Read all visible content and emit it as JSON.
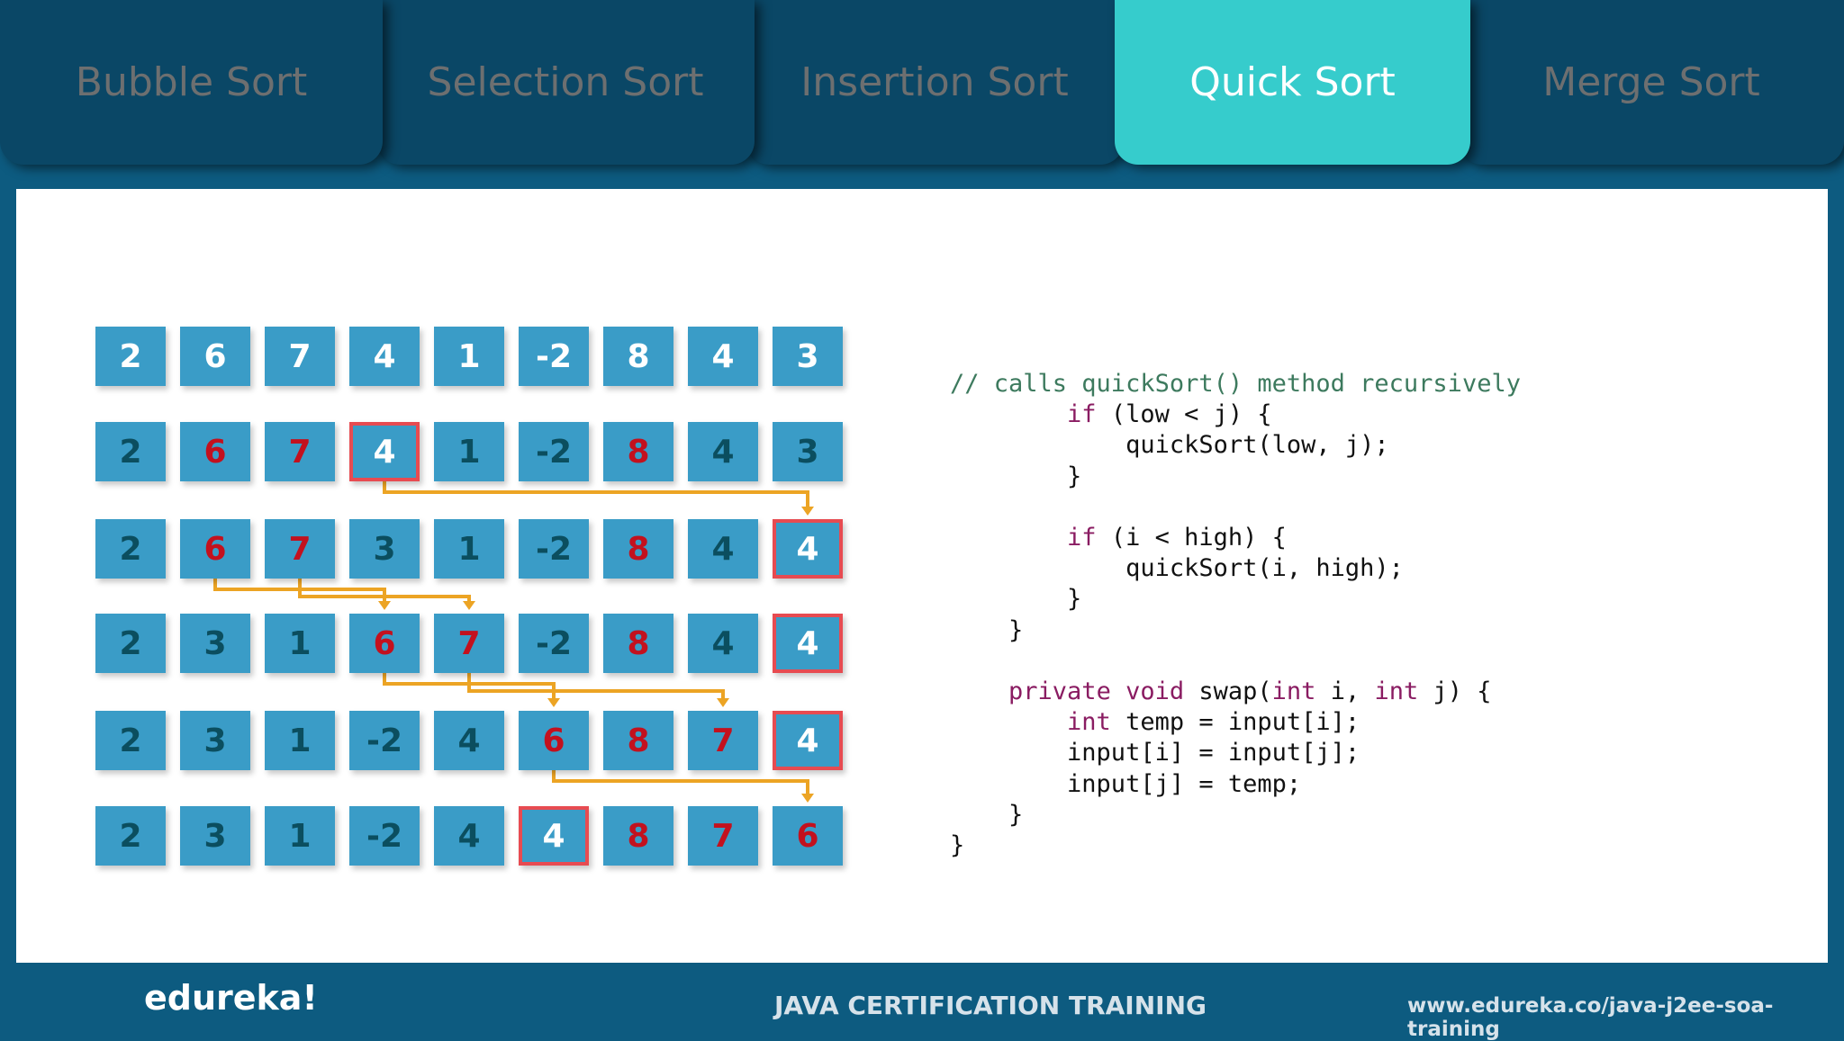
{
  "tabs": [
    {
      "label": "Bubble Sort",
      "active": false
    },
    {
      "label": "Selection Sort",
      "active": false
    },
    {
      "label": "Insertion Sort",
      "active": false
    },
    {
      "label": "Quick Sort",
      "active": true
    },
    {
      "label": "Merge Sort",
      "active": false
    }
  ],
  "colors": {
    "background": "#0d5b80",
    "tab": "#0a4766",
    "tab_active": "#36cccc",
    "cell": "#3a9cc7",
    "digit_dark": "#0b4e5f",
    "digit_red": "#c3111e",
    "pivot_border": "#e74b51",
    "arrow": "#eca424"
  },
  "array_rows": [
    [
      {
        "v": "2",
        "c": "w"
      },
      {
        "v": "6",
        "c": "w"
      },
      {
        "v": "7",
        "c": "w"
      },
      {
        "v": "4",
        "c": "w"
      },
      {
        "v": "1",
        "c": "w"
      },
      {
        "v": "-2",
        "c": "w"
      },
      {
        "v": "8",
        "c": "w"
      },
      {
        "v": "4",
        "c": "w"
      },
      {
        "v": "3",
        "c": "w"
      }
    ],
    [
      {
        "v": "2",
        "c": "d"
      },
      {
        "v": "6",
        "c": "r"
      },
      {
        "v": "7",
        "c": "r"
      },
      {
        "v": "4",
        "c": "w",
        "hl": true
      },
      {
        "v": "1",
        "c": "d"
      },
      {
        "v": "-2",
        "c": "d"
      },
      {
        "v": "8",
        "c": "r"
      },
      {
        "v": "4",
        "c": "d"
      },
      {
        "v": "3",
        "c": "d"
      }
    ],
    [
      {
        "v": "2",
        "c": "d"
      },
      {
        "v": "6",
        "c": "r"
      },
      {
        "v": "7",
        "c": "r"
      },
      {
        "v": "3",
        "c": "d"
      },
      {
        "v": "1",
        "c": "d"
      },
      {
        "v": "-2",
        "c": "d"
      },
      {
        "v": "8",
        "c": "r"
      },
      {
        "v": "4",
        "c": "d"
      },
      {
        "v": "4",
        "c": "w",
        "hl": true
      }
    ],
    [
      {
        "v": "2",
        "c": "d"
      },
      {
        "v": "3",
        "c": "d"
      },
      {
        "v": "1",
        "c": "d"
      },
      {
        "v": "6",
        "c": "r"
      },
      {
        "v": "7",
        "c": "r"
      },
      {
        "v": "-2",
        "c": "d"
      },
      {
        "v": "8",
        "c": "r"
      },
      {
        "v": "4",
        "c": "d"
      },
      {
        "v": "4",
        "c": "w",
        "hl": true
      }
    ],
    [
      {
        "v": "2",
        "c": "d"
      },
      {
        "v": "3",
        "c": "d"
      },
      {
        "v": "1",
        "c": "d"
      },
      {
        "v": "-2",
        "c": "d"
      },
      {
        "v": "4",
        "c": "d"
      },
      {
        "v": "6",
        "c": "r"
      },
      {
        "v": "8",
        "c": "r"
      },
      {
        "v": "7",
        "c": "r"
      },
      {
        "v": "4",
        "c": "w",
        "hl": true
      }
    ],
    [
      {
        "v": "2",
        "c": "d"
      },
      {
        "v": "3",
        "c": "d"
      },
      {
        "v": "1",
        "c": "d"
      },
      {
        "v": "-2",
        "c": "d"
      },
      {
        "v": "4",
        "c": "d"
      },
      {
        "v": "4",
        "c": "w",
        "hl": true
      },
      {
        "v": "8",
        "c": "r"
      },
      {
        "v": "7",
        "c": "r"
      },
      {
        "v": "6",
        "c": "r"
      }
    ]
  ],
  "swap_arrows": [
    {
      "between_rows": [
        1,
        2
      ],
      "from_col": 3,
      "to_col": 8
    },
    {
      "between_rows": [
        2,
        3
      ],
      "from_col": 1,
      "to_col": 3
    },
    {
      "between_rows": [
        2,
        3
      ],
      "from_col": 2,
      "to_col": 4
    },
    {
      "between_rows": [
        3,
        4
      ],
      "from_col": 3,
      "to_col": 5
    },
    {
      "between_rows": [
        3,
        4
      ],
      "from_col": 4,
      "to_col": 7
    },
    {
      "between_rows": [
        4,
        5
      ],
      "from_col": 5,
      "to_col": 8
    }
  ],
  "code_lines": [
    [
      [
        "cm",
        "// calls quickSort() method recursively"
      ]
    ],
    [
      [
        "",
        "        "
      ],
      [
        "kw",
        "if"
      ],
      [
        "",
        " (low < j) {"
      ]
    ],
    [
      [
        "",
        "            quickSort(low, j);"
      ]
    ],
    [
      [
        "",
        "        }"
      ]
    ],
    [
      [
        "",
        ""
      ]
    ],
    [
      [
        "",
        "        "
      ],
      [
        "kw",
        "if"
      ],
      [
        "",
        " (i < high) {"
      ]
    ],
    [
      [
        "",
        "            quickSort(i, high);"
      ]
    ],
    [
      [
        "",
        "        }"
      ]
    ],
    [
      [
        "",
        "    }"
      ]
    ],
    [
      [
        "",
        ""
      ]
    ],
    [
      [
        "",
        "    "
      ],
      [
        "kw",
        "private void"
      ],
      [
        "",
        " swap("
      ],
      [
        "kw",
        "int"
      ],
      [
        "",
        " i, "
      ],
      [
        "kw",
        "int"
      ],
      [
        "",
        " j) {"
      ]
    ],
    [
      [
        "",
        "        "
      ],
      [
        "kw",
        "int"
      ],
      [
        "",
        " temp = input[i];"
      ]
    ],
    [
      [
        "",
        "        input[i] = input[j];"
      ]
    ],
    [
      [
        "",
        "        input[j] = temp;"
      ]
    ],
    [
      [
        "",
        "    }"
      ]
    ],
    [
      [
        "",
        "}"
      ]
    ]
  ],
  "footer": {
    "logo": "edureka!",
    "title": "JAVA CERTIFICATION TRAINING",
    "url": "www.edureka.co/java-j2ee-soa-training"
  }
}
